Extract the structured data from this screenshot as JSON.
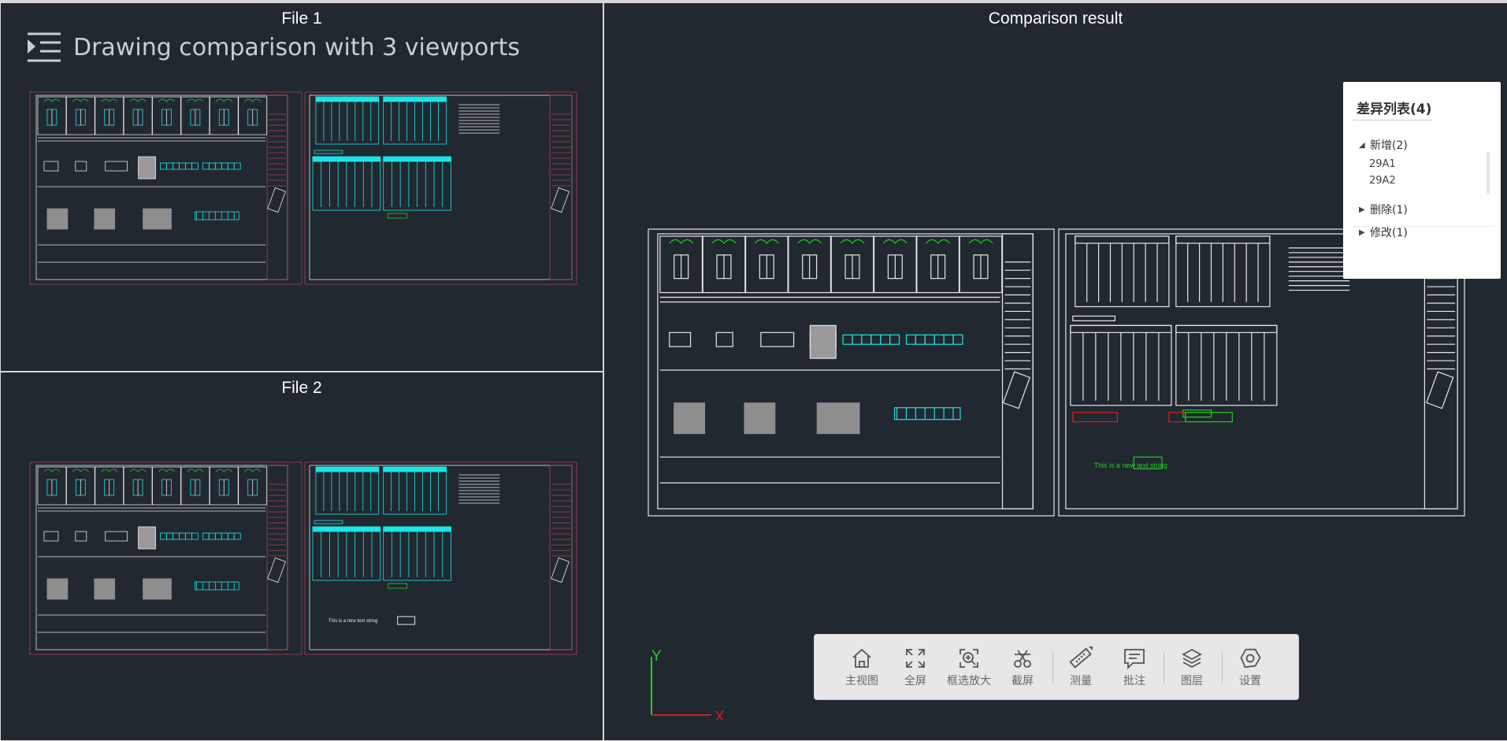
{
  "app": {
    "title": "Drawing comparison with 3 viewports",
    "menu_icon": "menu-indent-icon"
  },
  "viewports": {
    "file1": {
      "title": "File 1"
    },
    "file2": {
      "title": "File 2",
      "note_text": "This is a new text string"
    },
    "result": {
      "title": "Comparison result",
      "note_text": "This is a new text string"
    }
  },
  "diff_panel": {
    "title": "差异列表(4)",
    "groups": [
      {
        "label": "新增(2)",
        "expanded": true,
        "items": [
          "29A1",
          "29A2"
        ]
      },
      {
        "label": "删除(1)",
        "expanded": false,
        "items": []
      },
      {
        "label": "修改(1)",
        "expanded": false,
        "items": []
      }
    ]
  },
  "toolbar": {
    "buttons": [
      {
        "label": "主视图",
        "icon": "home-icon"
      },
      {
        "label": "全屏",
        "icon": "fullscreen-icon"
      },
      {
        "label": "框选放大",
        "icon": "zoom-box-icon"
      },
      {
        "label": "截屏",
        "icon": "screenshot-icon"
      },
      {
        "label": "测量",
        "icon": "ruler-icon"
      },
      {
        "label": "批注",
        "icon": "comment-icon"
      },
      {
        "label": "图层",
        "icon": "layers-icon"
      },
      {
        "label": "设置",
        "icon": "settings-icon"
      }
    ]
  },
  "axis": {
    "x_label": "X",
    "y_label": "Y"
  },
  "colors": {
    "background": "#212830",
    "drawing_line": "#e8e8e8",
    "drawing_frame": "#b04050",
    "highlight_cyan": "#19e6e6",
    "added_green": "#1fd21f",
    "removed_red": "#e02020",
    "panel_bg": "#ffffff",
    "toolbar_bg": "#e7e7e7"
  }
}
